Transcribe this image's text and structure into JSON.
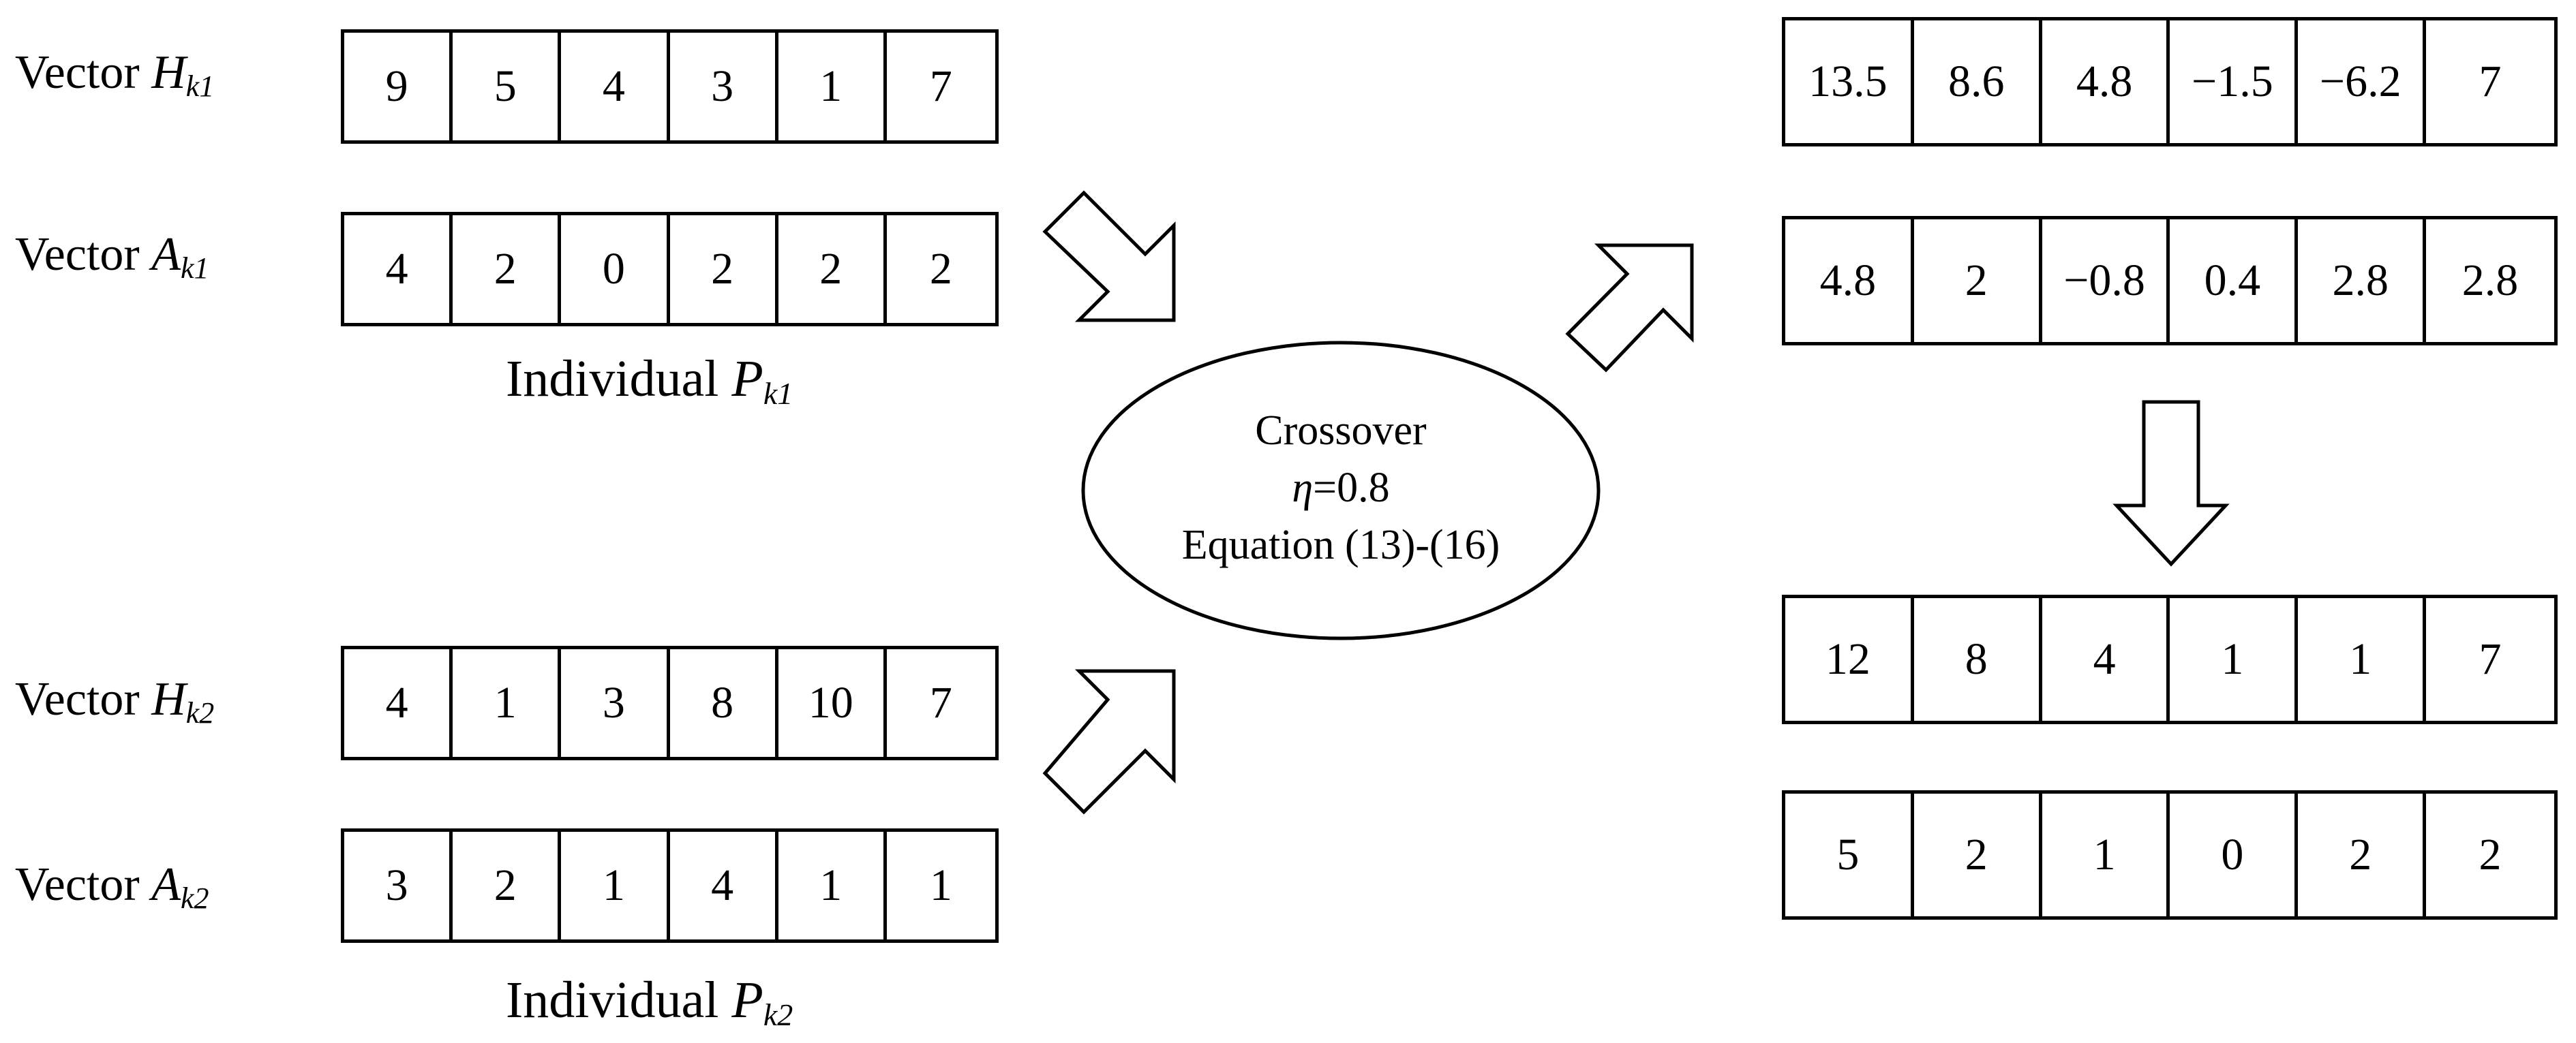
{
  "individual_1": {
    "h_label": {
      "prefix": "Vector ",
      "symbol": "H",
      "sub": "k1"
    },
    "h_values": [
      "9",
      "5",
      "4",
      "3",
      "1",
      "7"
    ],
    "a_label": {
      "prefix": "Vector ",
      "symbol": "A",
      "sub": "k1"
    },
    "a_values": [
      "4",
      "2",
      "0",
      "2",
      "2",
      "2"
    ],
    "caption": {
      "prefix": "Individual ",
      "symbol": "P",
      "sub": "k1"
    }
  },
  "individual_2": {
    "h_label": {
      "prefix": "Vector ",
      "symbol": "H",
      "sub": "k2"
    },
    "h_values": [
      "4",
      "1",
      "3",
      "8",
      "10",
      "7"
    ],
    "a_label": {
      "prefix": "Vector ",
      "symbol": "A",
      "sub": "k2"
    },
    "a_values": [
      "3",
      "2",
      "1",
      "4",
      "1",
      "1"
    ],
    "caption": {
      "prefix": "Individual ",
      "symbol": "P",
      "sub": "k2"
    }
  },
  "crossover": {
    "title": "Crossover",
    "eta_symbol": "η",
    "eta_value": "=0.8",
    "equation": "Equation (13)-(16)"
  },
  "crossover_result": {
    "row_1": [
      "13.5",
      "8.6",
      "4.8",
      "−1.5",
      "−6.2",
      "7"
    ],
    "row_2": [
      "4.8",
      "2",
      "−0.8",
      "0.4",
      "2.8",
      "2.8"
    ]
  },
  "rounded_result": {
    "row_1": [
      "12",
      "8",
      "4",
      "1",
      "1",
      "7"
    ],
    "row_2": [
      "5",
      "2",
      "1",
      "0",
      "2",
      "2"
    ]
  }
}
